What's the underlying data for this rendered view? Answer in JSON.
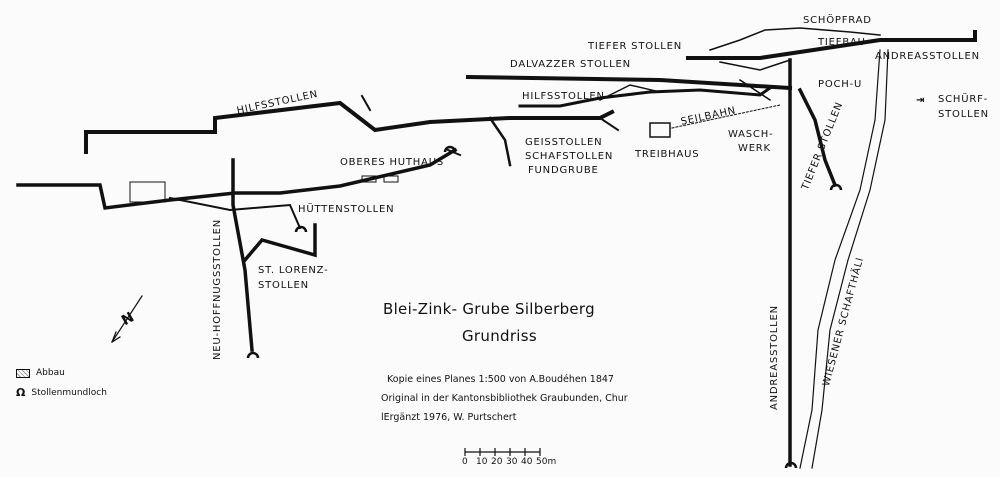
{
  "title": "Blei-Zink- Grube Silberberg",
  "subtitle": "Grundriss",
  "notes": [
    "Kopie eines Planes 1:500 von A.Boudéhen 1847",
    "Original in der Kantonsbibliothek Graubunden, Chur",
    "lErgänzt 1976, W. Purtschert"
  ],
  "legend": [
    {
      "symbol": "hatched-box",
      "label": "Abbau"
    },
    {
      "symbol": "mouth",
      "label": "Stollenmundloch"
    }
  ],
  "scale": {
    "ticks": [
      "0",
      "10",
      "20",
      "30",
      "40",
      "50m"
    ]
  },
  "labels": {
    "schoepfrad": "SCHÖPFRAD",
    "tiefer_stollen_top": "TIEFER STOLLEN",
    "tiefbau": "TIEFBAU",
    "andreasstollen_top": "ANDREASSTOLLEN",
    "dalvazzer": "DALVAZZER STOLLEN",
    "hilfsstollen_left": "HILFSSTOLLEN",
    "hilfsstollen_mid": "HILFSSTOLLEN",
    "poch": "POCH-U",
    "schuerf1": "SCHÜRF-",
    "schuerf2": "STOLLEN",
    "seilbahn": "SEILBAHN",
    "wasch1": "WASCH-",
    "wasch2": "WERK",
    "tiefer_stollen_vert": "TIEFER STOLLEN",
    "geisstollen": "GEISSTOLLEN",
    "schafstollen": "SCHAFSTOLLEN",
    "fundgrube": "FUNDGRUBE",
    "treibhaus": "TREIBHAUS",
    "oberes_huthaus": "OBERES HUTHAUS",
    "huettenstollen": "HÜTTENSTOLLEN",
    "neuhoffnung": "NEU-HOFFNUGSSTOLLEN",
    "lorenz1": "ST. LORENZ-",
    "lorenz2": "STOLLEN",
    "andreasstollen_vert": "ANDREASSTOLLEN",
    "wiesener": "WIESENER SCHAFTHÄLI",
    "north": "N"
  },
  "colors": {
    "ink": "#111111",
    "paper": "#fbfbfb"
  }
}
